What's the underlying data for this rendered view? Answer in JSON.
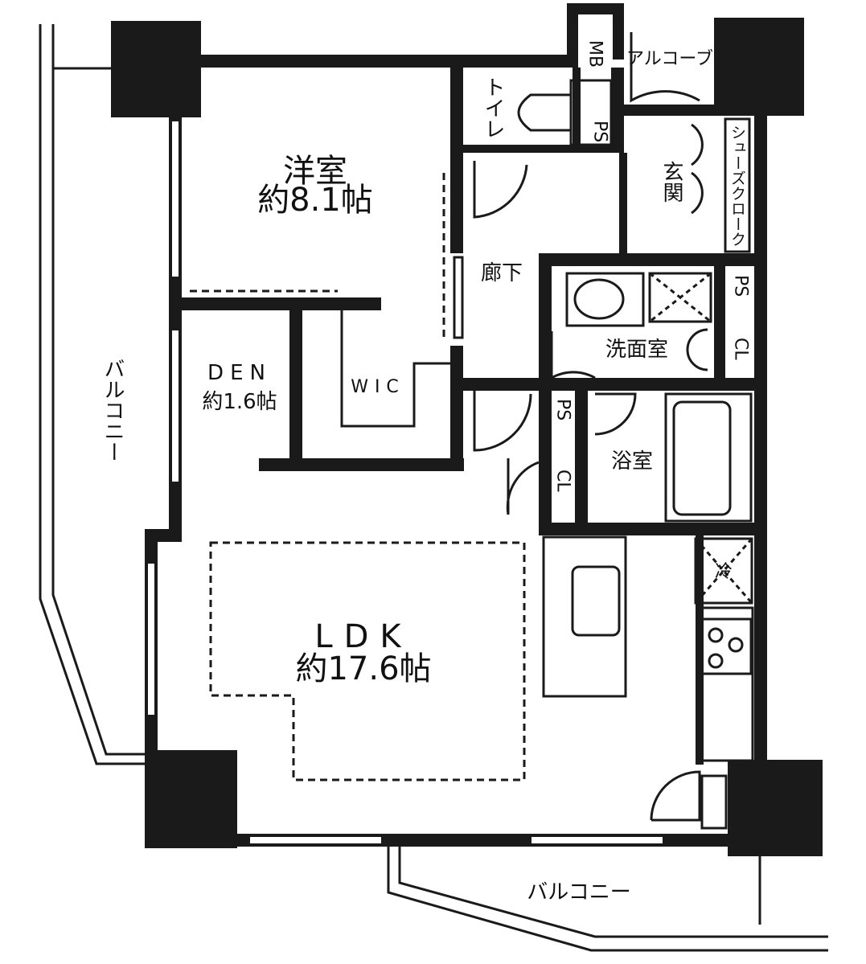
{
  "rooms": {
    "western_room": {
      "name": "洋室",
      "size": "約8.1帖"
    },
    "den": {
      "name": "DEN",
      "size": "約1.6帖"
    },
    "wic": {
      "name": "WIC"
    },
    "ldk": {
      "name": "LDK",
      "size": "約17.6帖"
    },
    "hallway": {
      "name": "廊下"
    },
    "toilet": {
      "name": "トイレ"
    },
    "entrance": {
      "name": "玄関"
    },
    "alcove": {
      "name": "アルコーブ"
    },
    "shoe_closet": {
      "name": "シューズクローク"
    },
    "washroom": {
      "name": "洗面室"
    },
    "bathroom": {
      "name": "浴室"
    },
    "balcony_west": {
      "name": "バルコニー"
    },
    "balcony_south": {
      "name": "バルコニー"
    }
  },
  "labels": {
    "mb": "MB",
    "ps": "PS",
    "cl": "CL",
    "fridge": "冷"
  }
}
